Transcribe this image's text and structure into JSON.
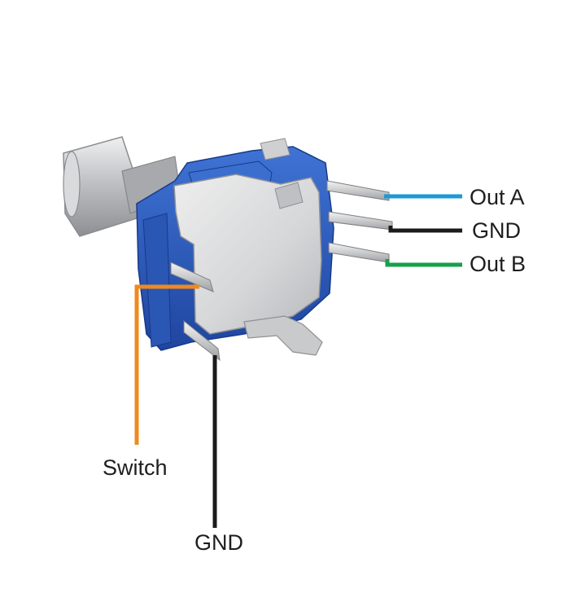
{
  "labels": {
    "out_a": "Out A",
    "gnd_right": "GND",
    "out_b": "Out B",
    "switch": "Switch",
    "gnd_bottom": "GND"
  },
  "wire_colors": {
    "out_a": "#1a9ad6",
    "gnd_right": "#1b1b1b",
    "out_b": "#16a04a",
    "switch": "#ef8a1e",
    "gnd_bottom": "#1b1b1b"
  },
  "component": {
    "icon": "rotary-encoder-icon",
    "body_color": "#2e5fbf",
    "metal_color": "#d9dadc"
  }
}
